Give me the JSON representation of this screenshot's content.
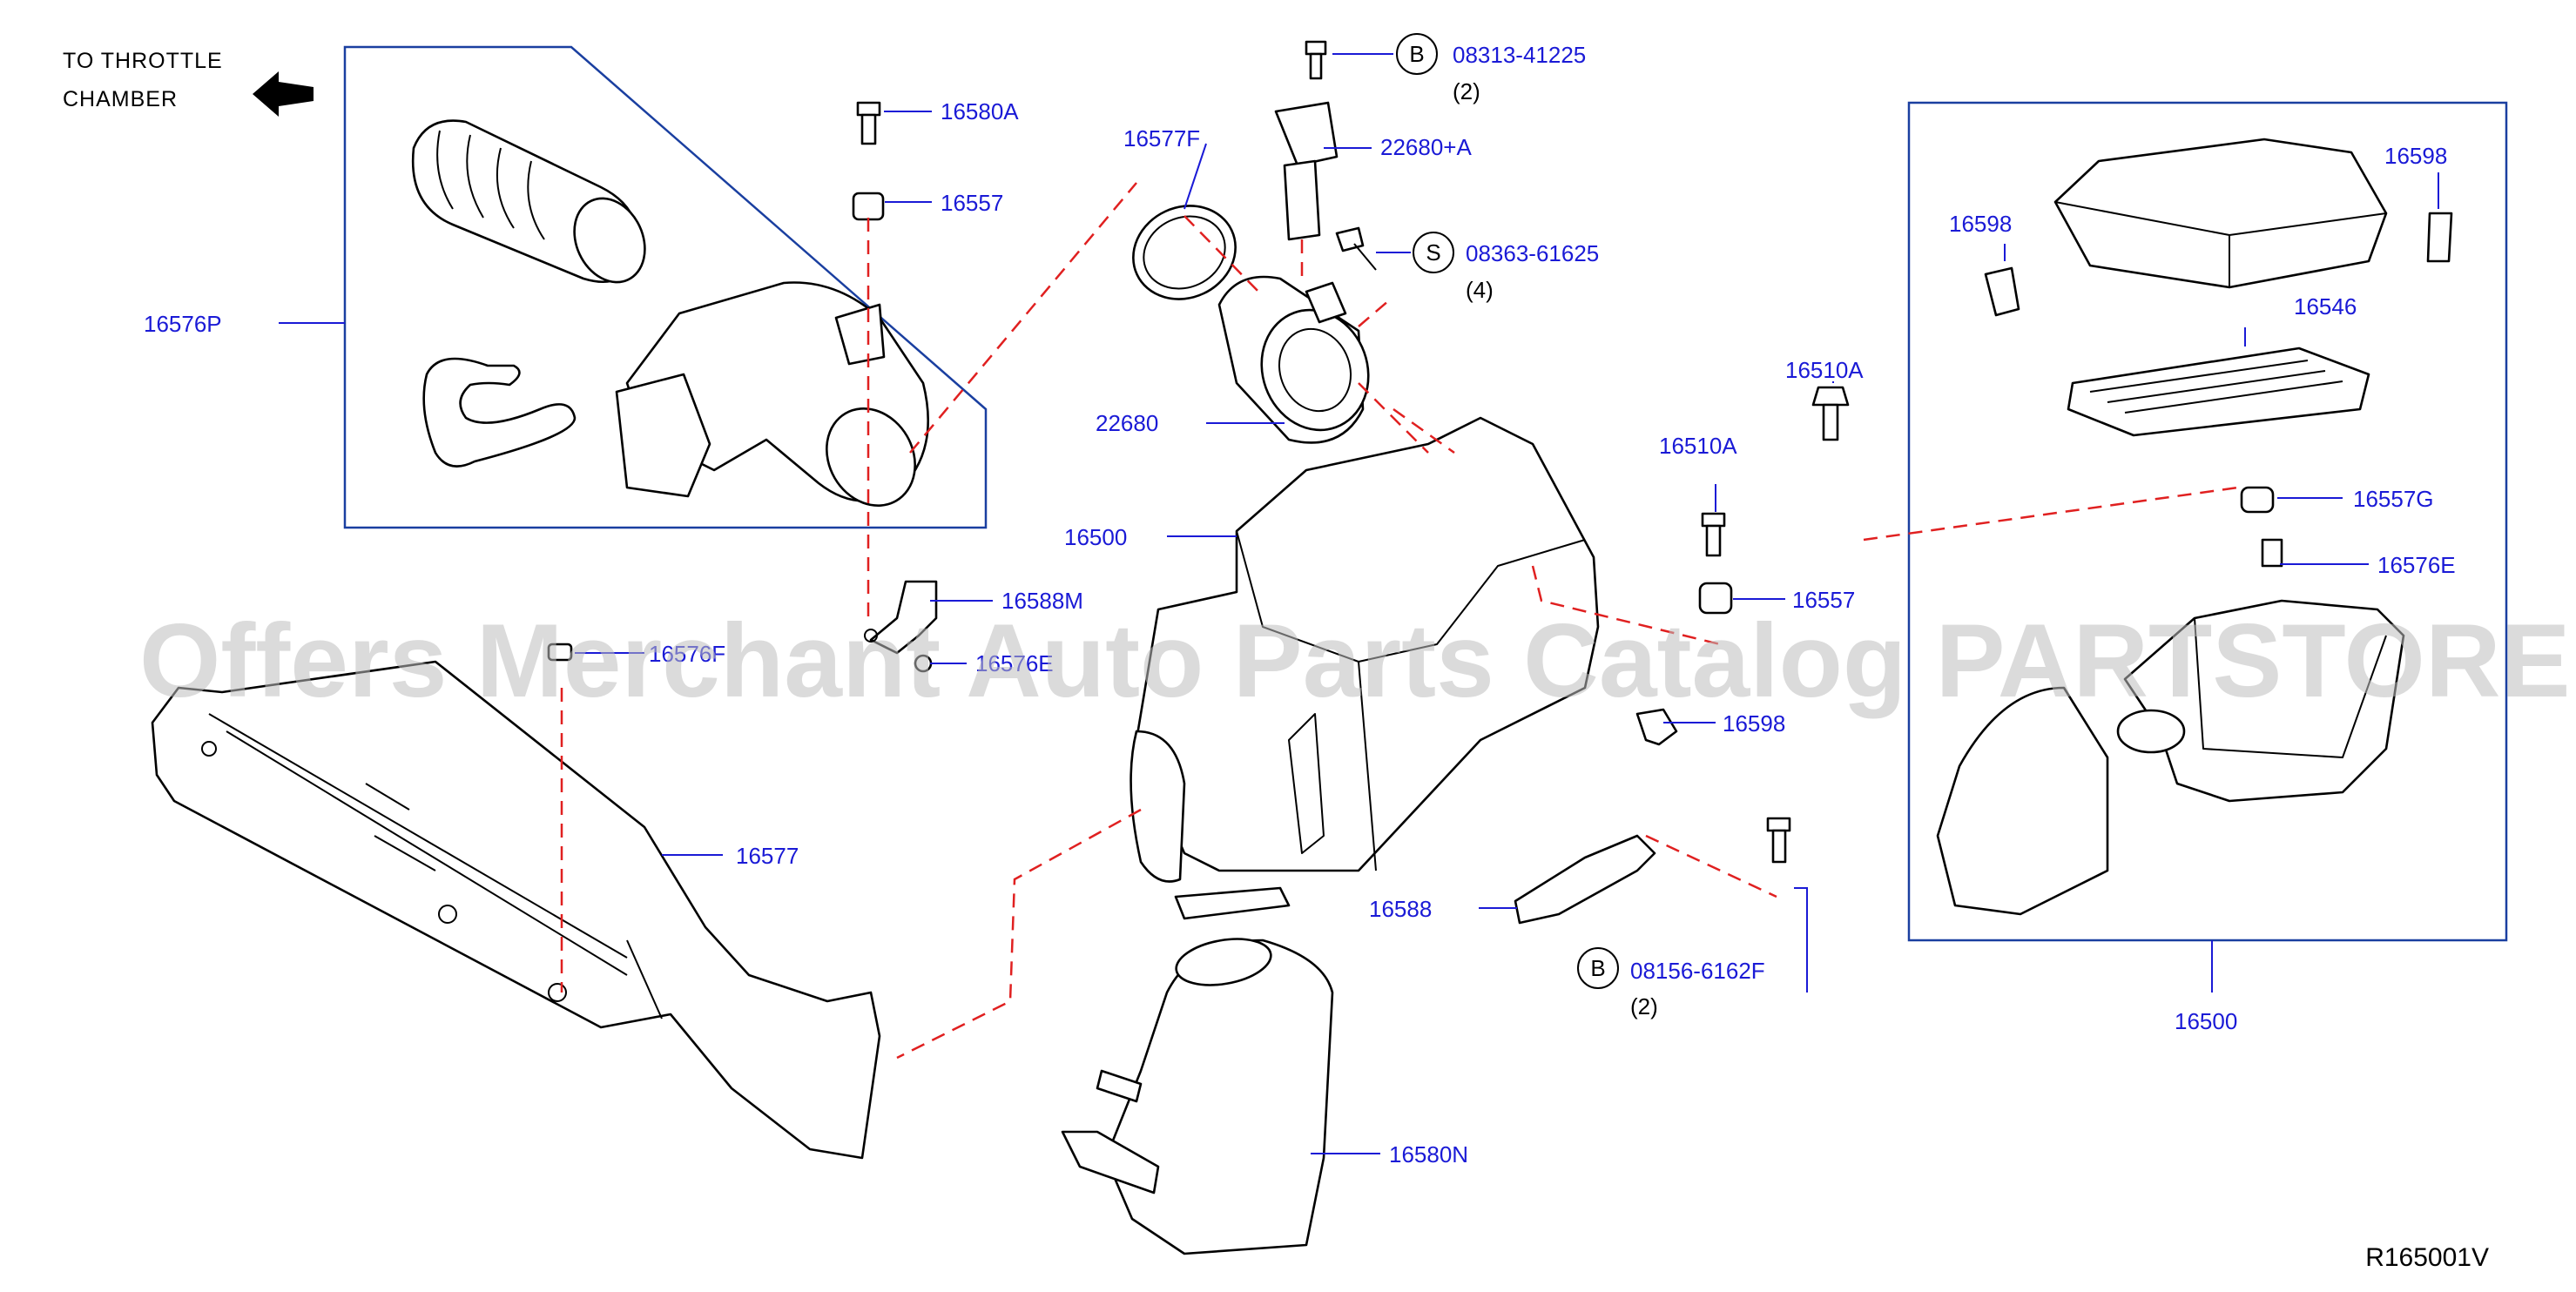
{
  "header_note": [
    "TO  THROTTLE",
    "CHAMBER"
  ],
  "diagram_code": "R165001V",
  "watermark": "Offers Merchant Auto Parts Catalog PARTSTORE.SA",
  "colors": {
    "label": "#1a1ad6",
    "leader": "#1a1ad6",
    "frame": "#1a3fa0",
    "dashed_guide": "#e02020",
    "line_art": "#000000"
  },
  "parts": {
    "p16580A": "16580A",
    "p16557_top": "16557",
    "p16576P": "16576P",
    "p16577F": "16577F",
    "p22680A": "22680+A",
    "p22680": "22680",
    "p16500_main": "16500",
    "p16588M": "16588M",
    "p16576E_left": "16576E",
    "p16576F": "16576F",
    "p16577": "16577",
    "p16510A_a": "16510A",
    "p16510A_b": "16510A",
    "p16557_mid": "16557",
    "p16598_mid": "16598",
    "p16588": "16588",
    "p16580N": "16580N",
    "p16598_left": "16598",
    "p16598_right": "16598",
    "p16546": "16546",
    "p16557G": "16557G",
    "p16576E_right": "16576E",
    "p16500_right": "16500"
  },
  "fasteners": {
    "b1": {
      "badge": "B",
      "code": "08313-41225",
      "qty": "(2)"
    },
    "s1": {
      "badge": "S",
      "code": "08363-61625",
      "qty": "(4)"
    },
    "b2": {
      "badge": "B",
      "code": "08156-6162F",
      "qty": "(2)"
    }
  },
  "icons": {
    "direction_arrow": "left-arrow-icon"
  }
}
